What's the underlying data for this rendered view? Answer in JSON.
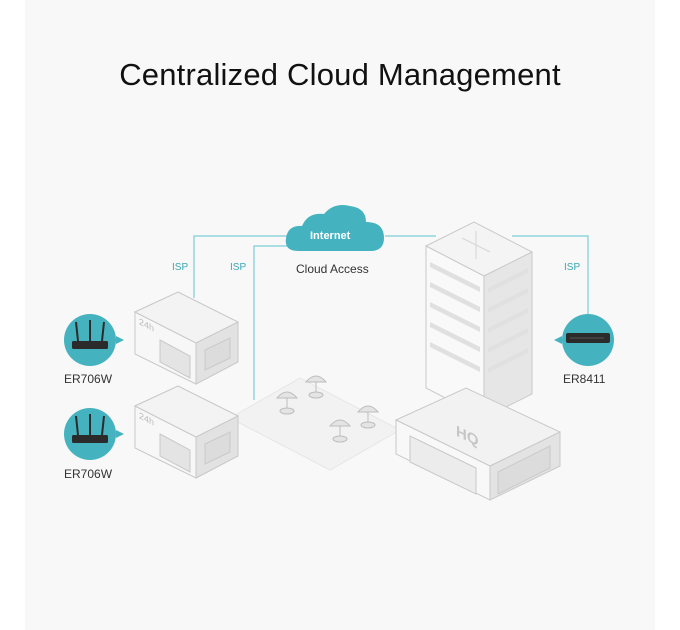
{
  "title": "Centralized Cloud Management",
  "cloud": {
    "label": "Internet",
    "caption": "Cloud Access"
  },
  "isp_labels": [
    "ISP",
    "ISP",
    "ISP"
  ],
  "devices": [
    {
      "name": "ER706W"
    },
    {
      "name": "ER706W"
    },
    {
      "name": "ER8411"
    }
  ],
  "store_sign": "24h",
  "hq_sign": "HQ",
  "colors": {
    "accent": "#45b3bf",
    "line": "#7ccdd5",
    "building": "#e9e9e9",
    "outline": "#c9c9c9"
  }
}
